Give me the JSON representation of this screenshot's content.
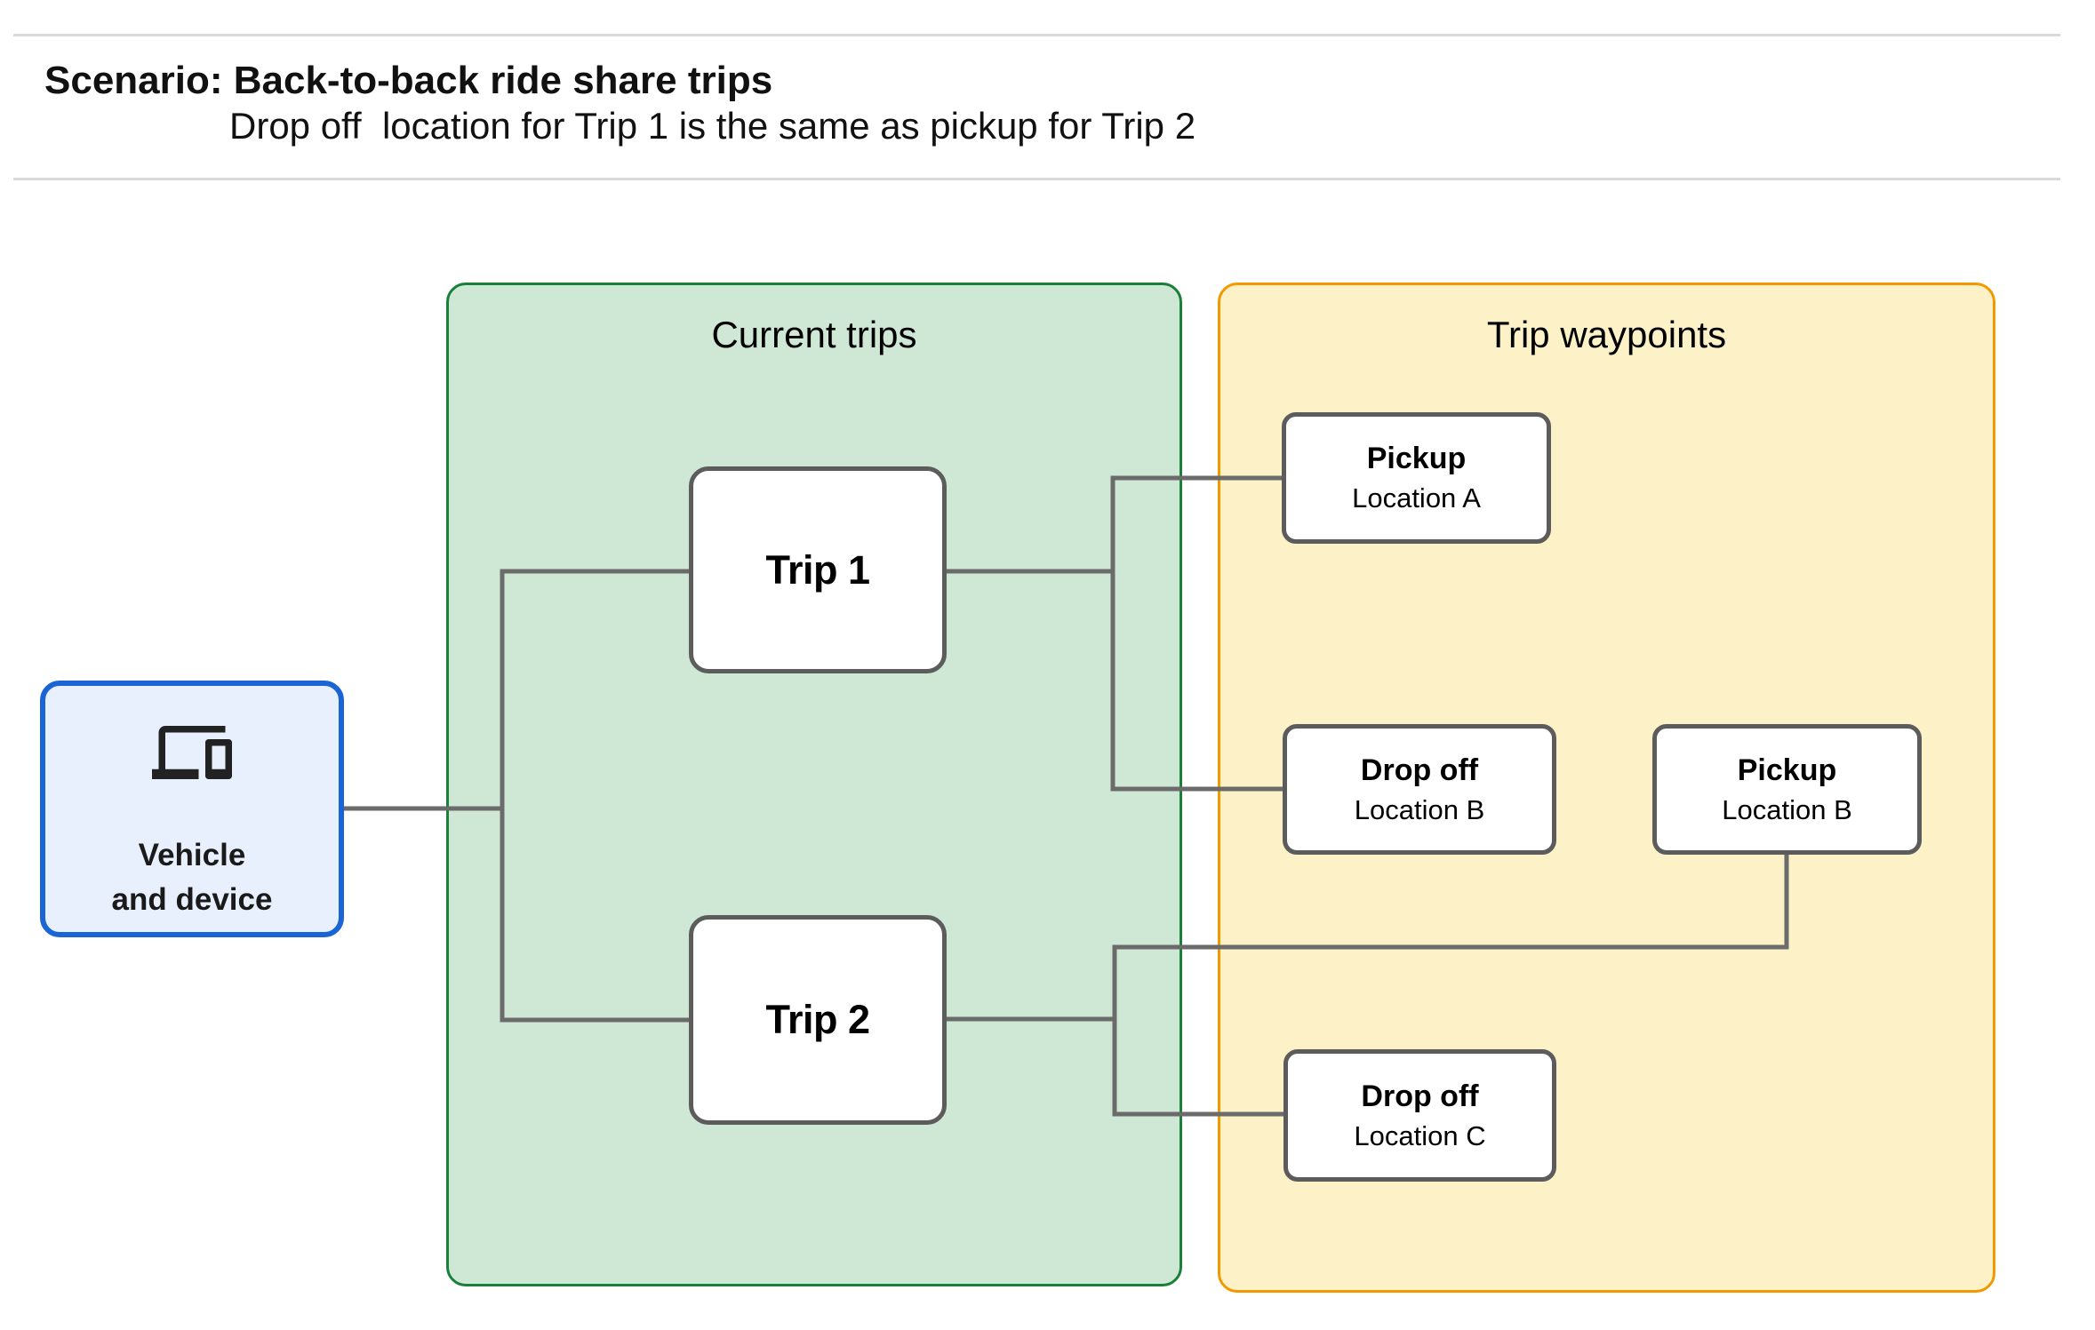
{
  "header": {
    "title": "Scenario: Back-to-back ride share trips",
    "subtitle": "Drop off  location for Trip 1 is the same as pickup for Trip 2"
  },
  "groups": {
    "current_trips": {
      "label": "Current trips"
    },
    "trip_waypoints": {
      "label": "Trip waypoints"
    }
  },
  "nodes": {
    "vehicle": {
      "label": "Vehicle\nand device",
      "icon": "devices-icon"
    },
    "trip1": {
      "label": "Trip 1"
    },
    "trip2": {
      "label": "Trip 2"
    },
    "pickup_a": {
      "title": "Pickup",
      "location": "Location A"
    },
    "dropoff_b": {
      "title": "Drop off",
      "location": "Location B"
    },
    "pickup_b": {
      "title": "Pickup",
      "location": "Location B"
    },
    "dropoff_c": {
      "title": "Drop off",
      "location": "Location C"
    }
  },
  "edges": [
    {
      "from": "vehicle",
      "to": "trip1"
    },
    {
      "from": "vehicle",
      "to": "trip2"
    },
    {
      "from": "trip1",
      "to": "pickup_a"
    },
    {
      "from": "trip1",
      "to": "dropoff_b"
    },
    {
      "from": "trip2",
      "to": "pickup_b"
    },
    {
      "from": "trip2",
      "to": "dropoff_c"
    }
  ],
  "colors": {
    "canvas_bg": "#ffffff",
    "rule_gray": "#d9d9d9",
    "text_black": "#111111",
    "green_fill": "#cfe8d6",
    "green_border": "#188038",
    "yellow_fill": "#fdf1c7",
    "orange_border": "#f29900",
    "blue_fill": "#e8f0fd",
    "blue_border": "#1a64d6",
    "node_border": "#5c5c5c",
    "edge_gray": "#6b6b6b"
  }
}
